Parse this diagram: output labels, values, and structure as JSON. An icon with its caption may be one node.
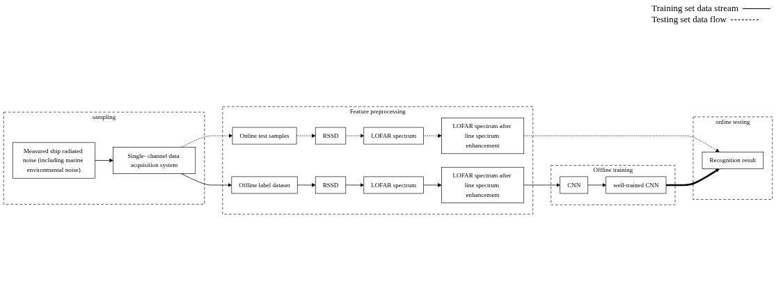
{
  "diagram": {
    "nodes": [
      {
        "text": [
          "sampling"
        ]
      },
      {
        "text": [
          "Measured ship radiated noise (including marine environmental noise)"
        ],
        "in": 0
      },
      {
        "text": [
          "Single- channel data acquisition system"
        ],
        "in": 0
      },
      {
        "text": [
          "Feature preprocessing"
        ]
      },
      {
        "text": [
          "Offline label dataset"
        ],
        "in": 3
      },
      {
        "text": [
          "RSSD"
        ],
        "in": 3
      },
      {
        "text": [
          "LOFAR spectrum"
        ],
        "in": 3
      },
      {
        "text": [
          "LOFAR spectrum after line spectrum enhancement"
        ],
        "in": 3
      },
      {
        "text": [
          "Online test samples"
        ],
        "in": 3
      },
      {
        "text": [
          "RSSD"
        ],
        "in": 3
      },
      {
        "text": [
          "LOFAR spectrum"
        ],
        "in": 3
      },
      {
        "text": [
          "LOFAR spectrum after line spectrum enhancement"
        ],
        "in": 3
      },
      {
        "text": [
          "Offline training"
        ]
      },
      {
        "text": [
          "CNN"
        ],
        "in": 12
      },
      {
        "text": [
          "well-trained CNN"
        ],
        "in": 12
      },
      {
        "text": [
          "online testing"
        ]
      },
      {
        "text": [
          "Recognition result"
        ],
        "in": 15
      }
    ],
    "edges": [
      {
        "from": 1,
        "to": 2,
        "arrow": "to"
      },
      {
        "from": 2,
        "to": 4,
        "arrow": "to"
      },
      {
        "from": 4,
        "to": 5,
        "arrow": "to"
      },
      {
        "from": 5,
        "to": 6,
        "arrow": "to"
      },
      {
        "from": 6,
        "to": 7,
        "arrow": "to"
      },
      {
        "from": 7,
        "to": 13,
        "arrow": "to"
      },
      {
        "from": 2,
        "to": 8,
        "arrow": "to",
        "style": "dashed"
      },
      {
        "from": 8,
        "to": 9,
        "arrow": "to",
        "style": "dashed"
      },
      {
        "from": 9,
        "to": 10,
        "arrow": "to",
        "style": "dashed"
      },
      {
        "from": 10,
        "to": 11,
        "arrow": "to",
        "style": "dashed"
      },
      {
        "from": 11,
        "to": 16,
        "arrow": "to",
        "style": "dashed"
      },
      {
        "from": 13,
        "to": 14,
        "arrow": "to"
      },
      {
        "from": 14,
        "to": 16,
        "arrow": "to",
        "style": "thick"
      }
    ],
    "legend": [
      {
        "text": "Training set data stream"
      },
      {
        "text": "Testing set data flow"
      }
    ]
  }
}
